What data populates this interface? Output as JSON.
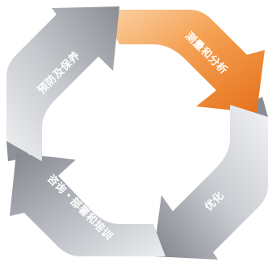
{
  "diagram": {
    "segments": [
      {
        "id": "measure",
        "label": "测量和分析",
        "active": true
      },
      {
        "id": "optimize",
        "label": "优化",
        "active": false
      },
      {
        "id": "consult",
        "label": "咨询・部署和培训",
        "active": false
      },
      {
        "id": "prevent",
        "label": "预防及保养",
        "active": false
      }
    ],
    "colors": {
      "active_light": "#f7b06a",
      "active_dark": "#ea7a1c",
      "gray_light": "#e9ebee",
      "gray_mid": "#c3c7cc",
      "gray_dark": "#7d8187",
      "fold": "#9a9ea4"
    }
  }
}
